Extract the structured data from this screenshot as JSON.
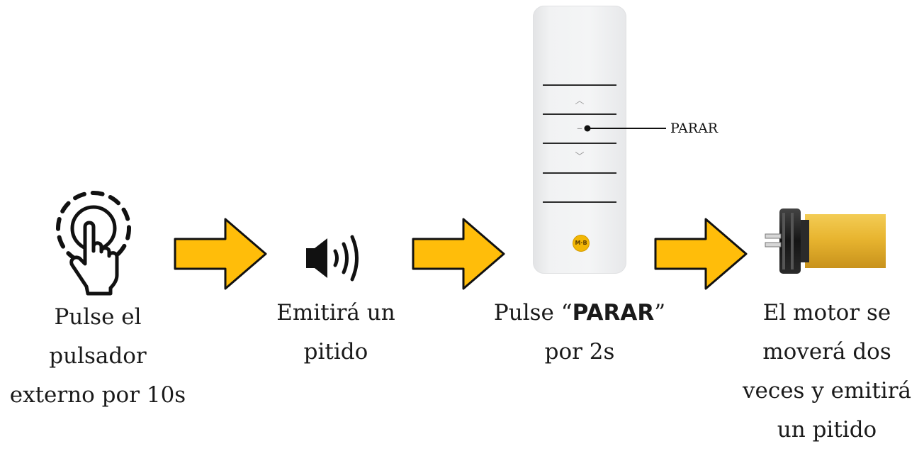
{
  "steps": [
    {
      "lines": [
        "Pulse el",
        "pulsador",
        "externo por 10s"
      ]
    },
    {
      "lines": [
        "Emitirá un",
        "pitido"
      ]
    },
    {
      "line1_pre": "Pulse “",
      "line1_bold": "PARAR",
      "line1_post": "”",
      "line2": "por 2s"
    },
    {
      "lines": [
        "El motor se",
        "moverá dos",
        "veces y emitirá",
        "un pitido"
      ]
    }
  ],
  "remote": {
    "stop_label": "PARAR",
    "logo_text": "M·B",
    "button_up": "up",
    "button_stop": "stop",
    "button_down": "down"
  },
  "colors": {
    "arrow_fill": "#FFBD0A",
    "arrow_stroke": "#111111",
    "motor_tube": "#E8B530",
    "logo": "#F2B705"
  },
  "icons": [
    "touch-press-icon",
    "speaker-icon",
    "remote-control-icon",
    "tubular-motor-icon",
    "right-arrow-icon"
  ]
}
